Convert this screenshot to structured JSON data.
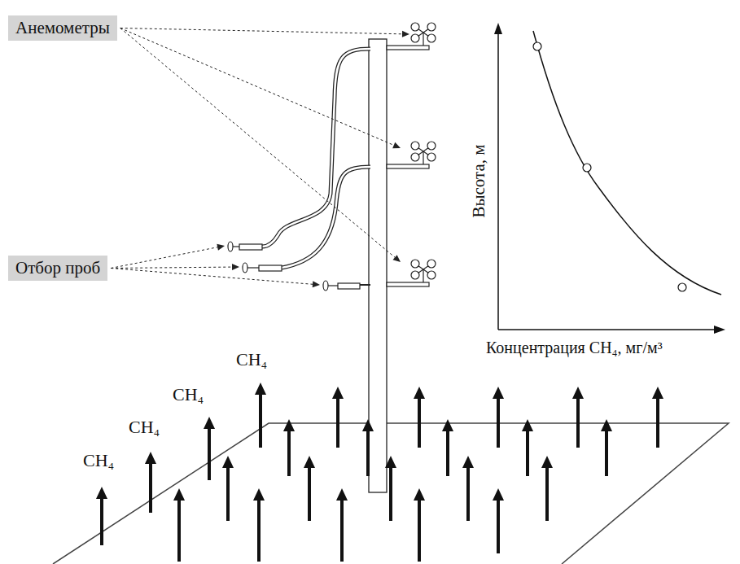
{
  "diagram": {
    "nodes": [
      {
        "text": [
          "Анемометры"
        ]
      },
      {
        "text": [
          "Отбор проб"
        ]
      }
    ],
    "labels": [
      "CH₄",
      "CH₄",
      "CH₄",
      "CH₄",
      "Высота, м",
      "Концентрация CH₄, мг/м³"
    ]
  }
}
